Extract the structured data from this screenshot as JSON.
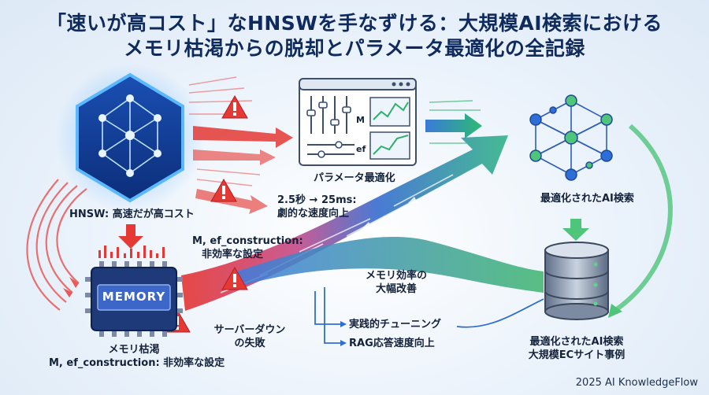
{
  "header": {
    "title_line1": "「速いが高コスト」なHNSWを手なずける：大規模AI検索における",
    "title_line2": "メモリ枯渇からの脱却とパラメータ最適化の全記録"
  },
  "labels": {
    "hnsw": "HNSW:  高速だが高コスト",
    "param_opt": "パラメータ最適化",
    "speed_1": "2.5秒 → 25ms:",
    "speed_2": "劇的な速度向上",
    "optimized_ai": "最適化されたAI検索",
    "ineff_1": "M, ef_construction:",
    "ineff_2": "非効率な設定",
    "mem_eff_1": "メモリ効率の",
    "mem_eff_2": "大幅改善",
    "server_1": "サーバーダウン",
    "server_2": "の失敗",
    "practical": "実践的チューニング",
    "rag": "RAG応答速度向上",
    "mem_exhaust_1": "メモリ枯渇",
    "mem_exhaust_2": "M, ef_construction: 非効率な設定",
    "ec_1": "最適化されたAI検索",
    "ec_2": "大規模ECサイト事例"
  },
  "diagram": {
    "memory_chip_text": "MEMORY",
    "panel_m": "M",
    "panel_ef": "ef"
  },
  "footer": {
    "credit": "2025 AI KnowledgeFlow"
  },
  "colors": {
    "title": "#0f2a5c",
    "danger": "#e53935",
    "flow_blue": "#2f6fd0",
    "flow_green": "#43b96a"
  }
}
